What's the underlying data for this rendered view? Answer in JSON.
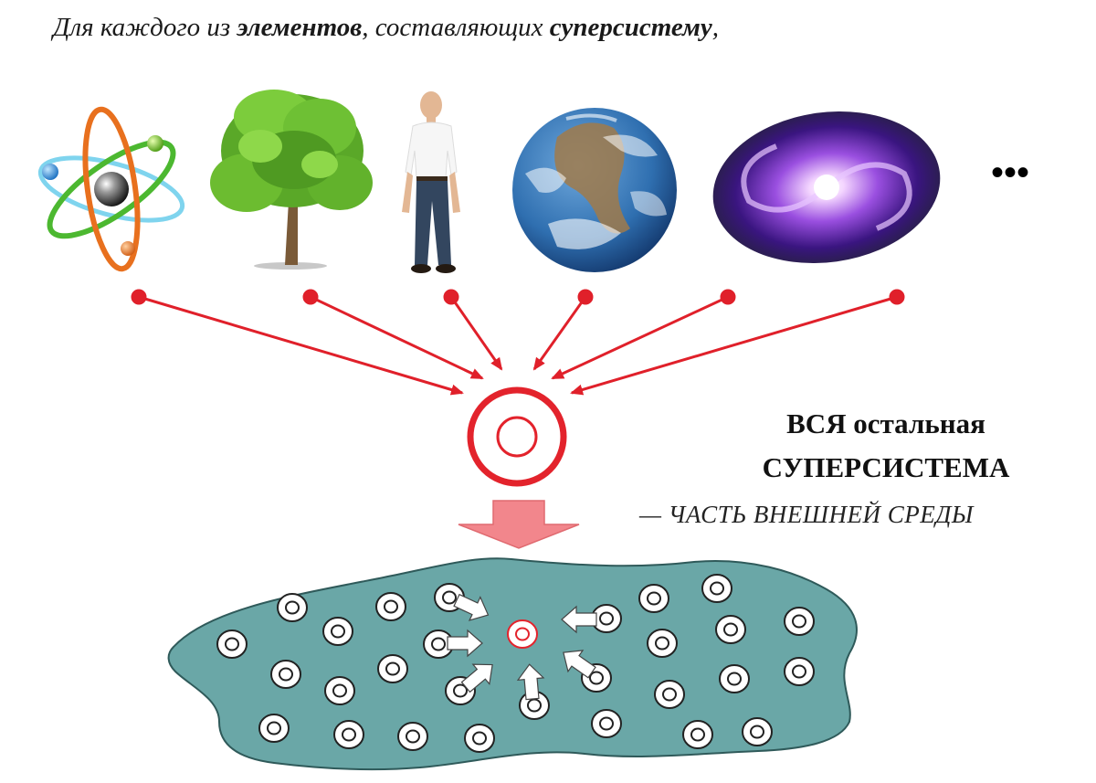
{
  "heading": {
    "prefix": "Для каждого из ",
    "term1": "элементов",
    "middle": ", составляющих ",
    "term2": "суперсистему",
    "suffix": ","
  },
  "elements": [
    {
      "name": "atom",
      "icon": "atom-icon"
    },
    {
      "name": "tree",
      "icon": "tree-icon"
    },
    {
      "name": "human",
      "icon": "person-icon"
    },
    {
      "name": "earth",
      "icon": "earth-icon"
    },
    {
      "name": "galaxy",
      "icon": "galaxy-icon"
    }
  ],
  "ellipsis": "•••",
  "supersystem_label": {
    "line1": "ВСЯ остальная",
    "line2": "СУПЕРСИСТЕМА"
  },
  "environment_label": "—  ЧАСТЬ ВНЕШНЕЙ СРЕДЫ",
  "colors": {
    "arrow_red": "#e0202a",
    "target_red": "#e3232c",
    "block_arrow_fill": "#f2868c",
    "environment_fill": "#6aa7a7",
    "cell_fill": "#ffffff"
  }
}
